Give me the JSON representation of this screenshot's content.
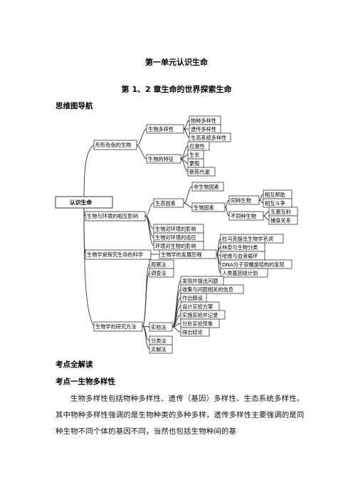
{
  "title": "第一单元认识生命",
  "subtitle": "第 1、2 章生命的世界探索生命",
  "section_mindmap": "思维图导航",
  "mindmap": {
    "root": "认识生命",
    "b1": "形形色色的生物",
    "b1_1": "生物多样性",
    "b1_1_1": "物种多样性",
    "b1_1_2": "遗传多样性",
    "b1_1_3": "生态系统多样性",
    "b1_2": "生物的特征",
    "b1_2_1": "应激性",
    "b1_2_2": "生长",
    "b1_2_3": "繁殖",
    "b1_2_4": "新陈代谢",
    "b2": "生物与环境的相互影响",
    "b2_1": "生态因素",
    "b2_1_1": "非生物因素",
    "b2_1_2": "生物因素",
    "b2_1_2_1": "同种生物",
    "b2_1_2_1a": "相互帮助",
    "b2_1_2_1b": "相互斗争",
    "b2_1_2_2": "不同种生物",
    "b2_1_2_2a": "互惠互利",
    "b2_1_2_2b": "捕食关系",
    "b2_2": "生物对环境的影响",
    "b2_3": "生物对环境的适应",
    "b2_4": "环境对生物的影响",
    "b3": "生物学是探究生命的科学",
    "b3_1": "生物学的发展历程",
    "b3_1_1": "拉马克提出生物学名词",
    "b3_1_2": "林奈与生物分类",
    "b3_1_3": "哈维与血液循环",
    "b3_1_4": "DNA分子双螺旋结构的发现",
    "b3_1_5": "人类基因组计划",
    "b4": "生物学的研究方法",
    "b4_1": "观察法",
    "b4_2": "调查法",
    "b4_3": "实验法",
    "b4_3_1": "发现并提出问题",
    "b4_3_2": "收集与问题相关的信息",
    "b4_3_3": "作出假设",
    "b4_3_4": "设计实验方案",
    "b4_3_5": "实施实验并记录",
    "b4_3_6": "分析实验现象",
    "b4_3_7": "得出结论",
    "b4_4": "分类法",
    "b4_5": "文献法"
  },
  "section_all": "考点全解读",
  "section_point1": "考点一生物多样性",
  "paragraph": "生物多样性包括物种多样性、遗传（基因）多样性、生态系统多样性。其中物种多样性强调的是生物种类的多种多样，遗传多样性主要强调的是同种生物不同个体的基因不同，当然也包括生物种间的基"
}
